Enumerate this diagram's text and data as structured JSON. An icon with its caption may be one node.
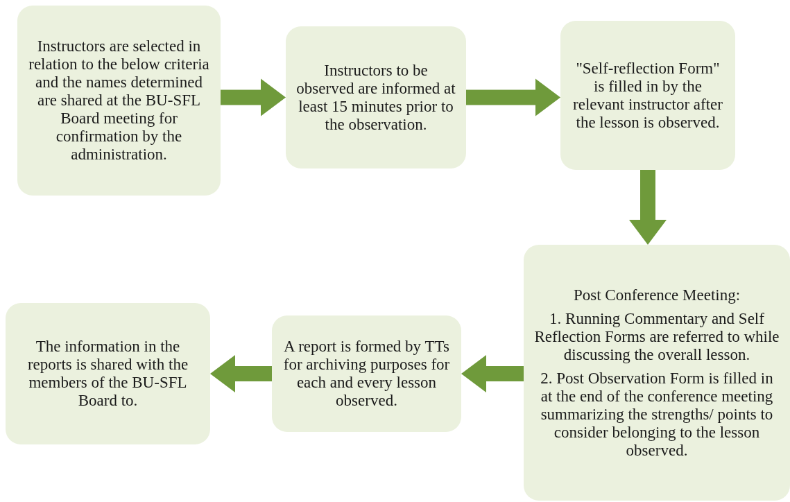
{
  "diagram": {
    "nodes": [
      {
        "text": [
          "Instructors are selected in relation to the below criteria and the names determined are shared at the BU-SFL Board meeting for confirmation by the administration."
        ]
      },
      {
        "text": [
          "Instructors to be observed are informed at least 15 minutes prior to the observation."
        ]
      },
      {
        "text": [
          "\"Self-reflection Form\" is filled in by the relevant instructor after the lesson is observed."
        ]
      },
      {
        "text": [
          "Post Conference Meeting:",
          "1. Running Commentary and Self Reflection Forms are referred to while discussing the overall lesson.",
          "2. Post Observation Form is filled in at the end of the conference meeting summarizing the strengths/ points to consider belonging to the lesson observed."
        ]
      },
      {
        "text": [
          "A report is formed by TTs for archiving purposes for each and every lesson observed."
        ]
      },
      {
        "text": [
          "The information in the reports is shared with the members of the BU-SFL Board to."
        ]
      }
    ],
    "edges": [
      {
        "from": 0,
        "to": 1,
        "arrow": "to"
      },
      {
        "from": 1,
        "to": 2,
        "arrow": "to"
      },
      {
        "from": 2,
        "to": 3,
        "arrow": "to"
      },
      {
        "from": 3,
        "to": 4,
        "arrow": "to"
      },
      {
        "from": 4,
        "to": 5,
        "arrow": "to"
      }
    ]
  }
}
